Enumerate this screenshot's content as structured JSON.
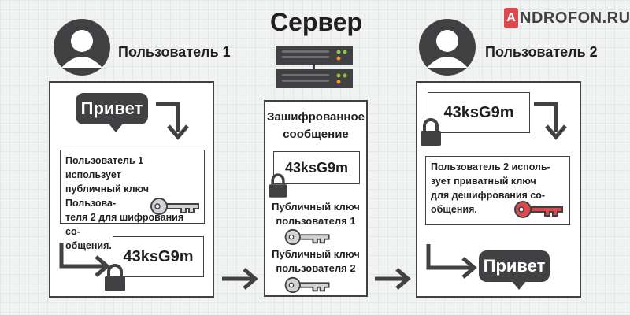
{
  "server_title": "Сервер",
  "brand": {
    "prefix": "A",
    "text": "NDROFON.RU"
  },
  "user1": {
    "name": "Пользователь 1",
    "greeting": "Привет",
    "explanation": "Пользователь 1 использует\nпубличный ключ Пользова-\nтеля 2 для шифрования со-\nобщения.",
    "encrypted": "43ksG9m"
  },
  "server": {
    "caption": "Зашифрованное\nсообщение",
    "encrypted": "43ksG9m",
    "pubkey1": "Публичный ключ\nпользователя 1",
    "pubkey2": "Публичный ключ\nпользователя 2"
  },
  "user2": {
    "name": "Пользователь 2",
    "encrypted": "43ksG9m",
    "explanation": "Пользователь 2 исполь-\nзует приватный ключ\nдля дешифрования со-\nобщения.",
    "greeting": "Привет"
  },
  "colors": {
    "dark": "#414042",
    "private_key": "#e0474c",
    "public_key": "#d1d3d4",
    "brand": "#e0474c"
  },
  "icons": {
    "user": "user-avatar-icon",
    "server": "server-rack-icon",
    "lock": "lock-icon",
    "key": "key-icon",
    "arrow": "arrow-right-icon"
  }
}
